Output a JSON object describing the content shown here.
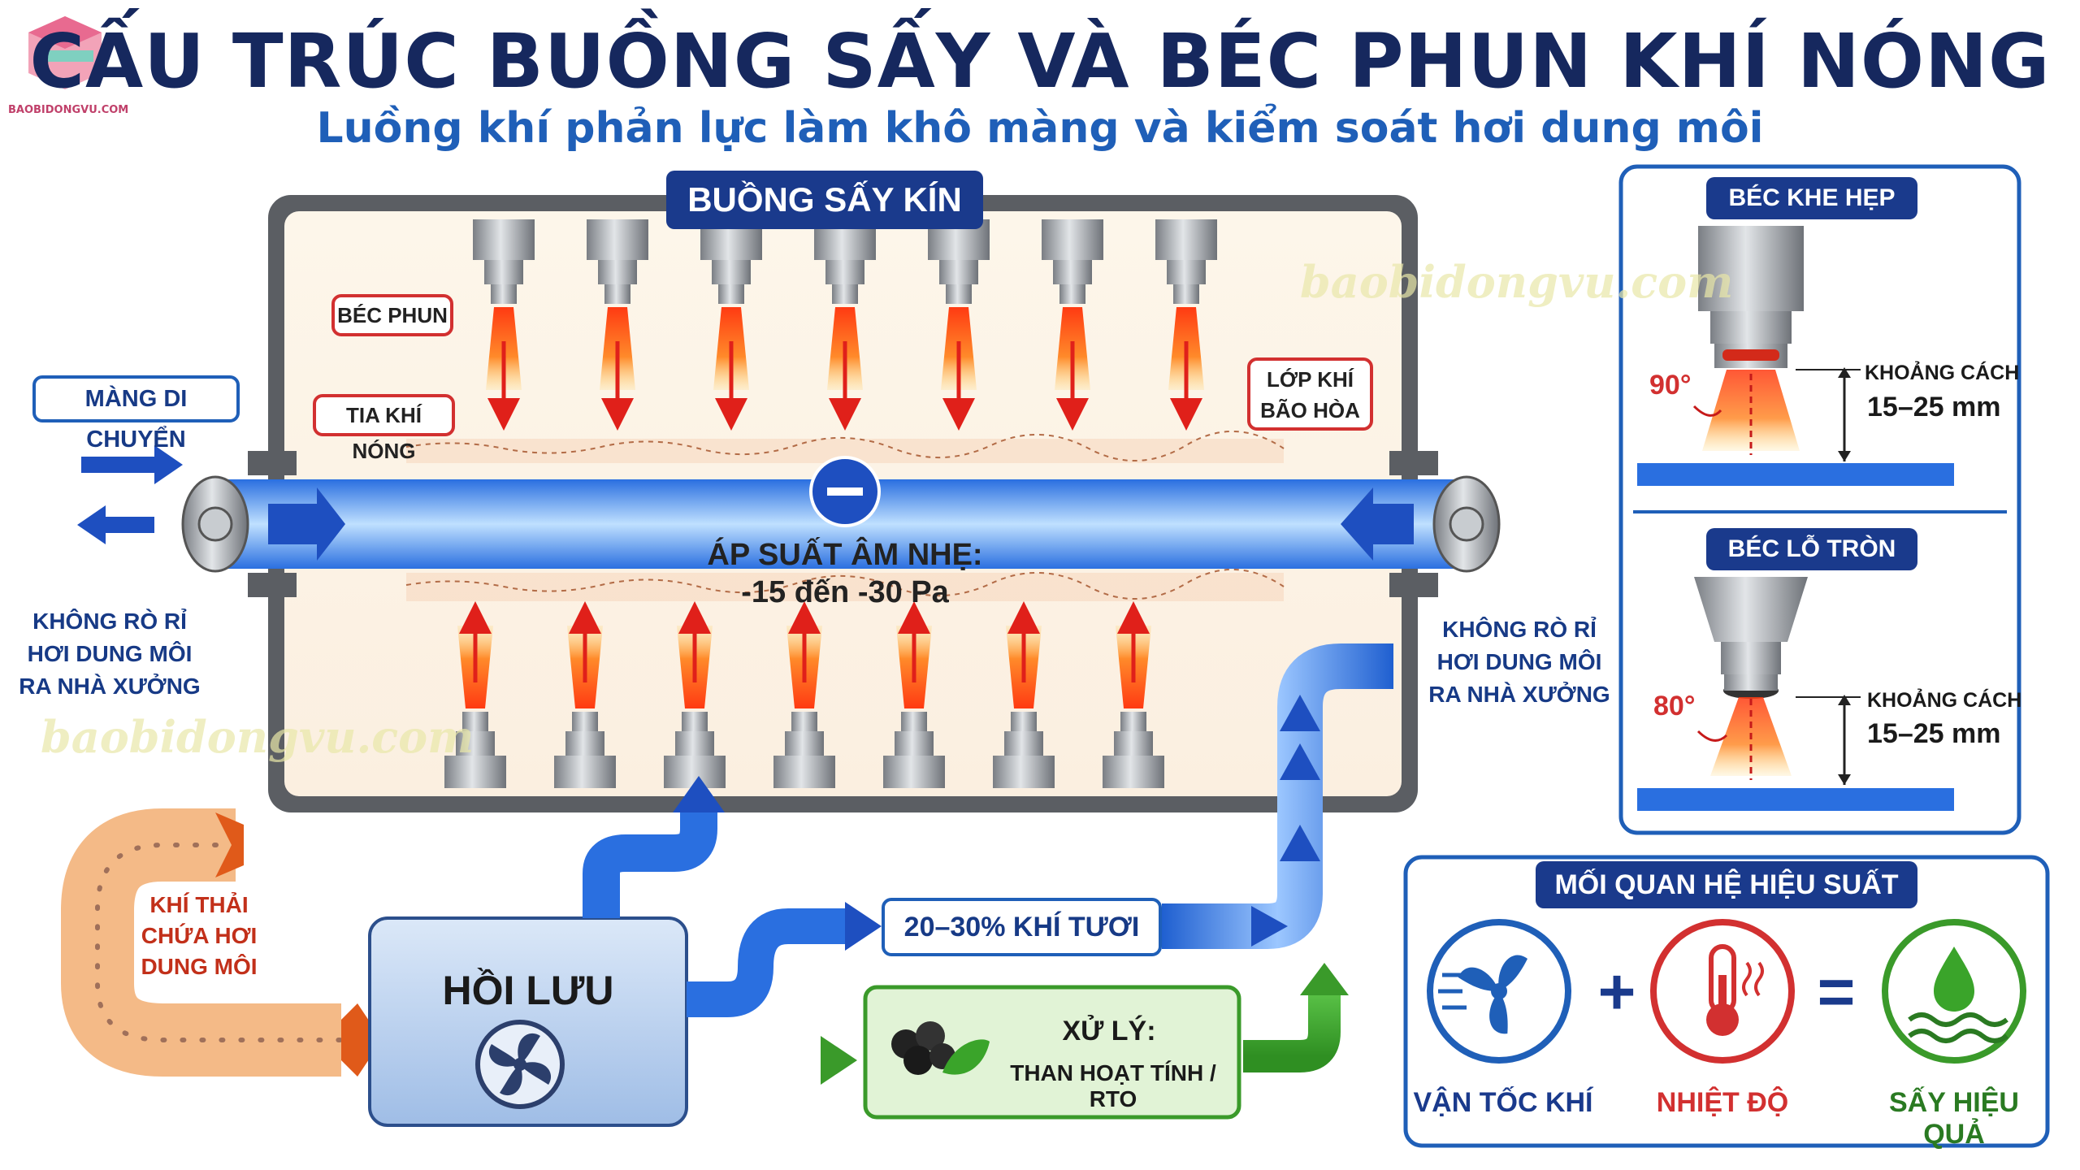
{
  "header": {
    "title": "CẤU TRÚC BUỒNG SẤY VÀ BÉC PHUN KHÍ NÓNG",
    "subtitle": "Luồng khí phản lực làm khô màng và kiểm soát hơi dung môi",
    "logo_text": "BAOBIDONGVU.COM"
  },
  "watermark": "baobidongvu.com",
  "chamber": {
    "label": "BUỒNG SẤY KÍN",
    "nozzle_tag": "BÉC PHUN",
    "hot_air_tag": "TIA KHÍ NÓNG",
    "saturated_layer_tag": [
      "LỚP KHÍ",
      "BÃO HÒA"
    ],
    "pressure_label": [
      "ÁP SUẤT ÂM NHẸ:",
      "-15 đến -30 Pa"
    ],
    "minus_sign": "−"
  },
  "left_side": {
    "film_label": "MÀNG DI CHUYỂN",
    "no_leak": [
      "KHÔNG RÒ RỈ",
      "HƠI DUNG MÔI",
      "RA NHÀ XƯỞNG"
    ],
    "exhaust": [
      "KHÍ THẢI",
      "CHỨA HƠI",
      "DUNG MÔI"
    ]
  },
  "right_side": {
    "no_leak": [
      "KHÔNG RÒ RỈ",
      "HƠI DUNG MÔI",
      "RA NHÀ XƯỞNG"
    ]
  },
  "flow": {
    "recirculation": "HỒI LƯU",
    "fresh_air": "20–30% KHÍ TƯƠI",
    "treatment_title": "XỬ LÝ:",
    "treatment_detail": "THAN HOẠT TÍNH / RTO"
  },
  "nozzle_slot": {
    "title": "BÉC KHE HẸP",
    "angle": "90°",
    "distance_label": "KHOẢNG CÁCH",
    "distance_value": "15–25 mm"
  },
  "nozzle_round": {
    "title": "BÉC LỖ TRÒN",
    "angle": "80°",
    "distance_label": "KHOẢNG CÁCH",
    "distance_value": "15–25 mm"
  },
  "efficiency": {
    "title": "MỐI QUAN HỆ HIỆU SUẤT",
    "items": [
      "VẬN TỐC KHÍ",
      "NHIỆT ĐỘ",
      "SẤY HIỆU QUẢ"
    ],
    "plus": "+",
    "equals": "="
  },
  "colors": {
    "navy": "#16285e",
    "blue": "#1f5fb8",
    "red": "#d23030",
    "green": "#3a9a2a",
    "orange": "#e8823a"
  }
}
